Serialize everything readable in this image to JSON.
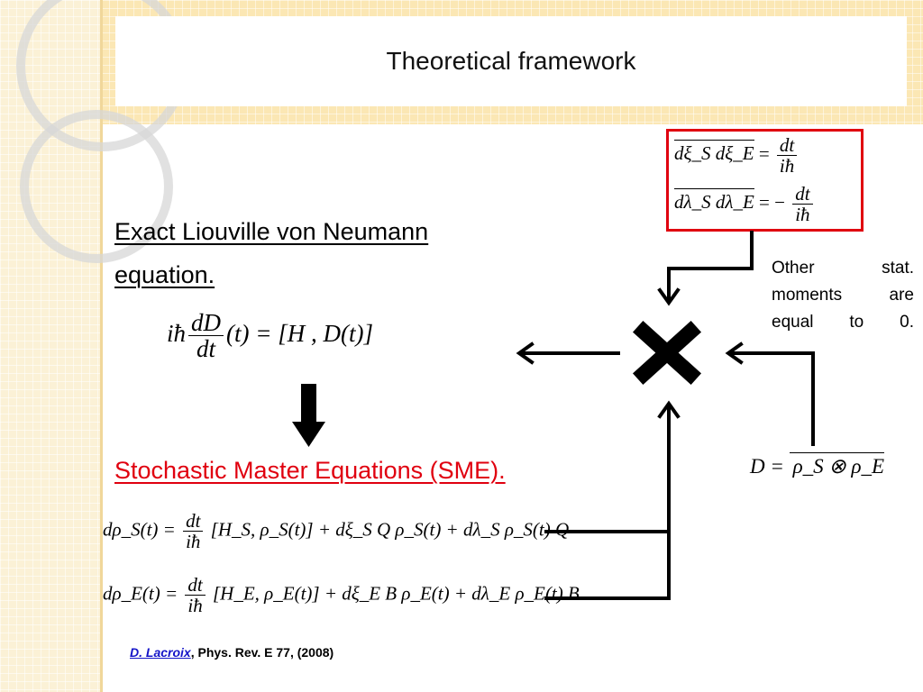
{
  "title": "Theoretical framework",
  "heading_exact_line1": "Exact Liouville von Neumann",
  "heading_exact_line2": "equation.",
  "heading_sme": "Stochastic Master Equations (SME).",
  "note_lines": [
    "Other",
    "stat.",
    "moments",
    "are",
    "equal to 0."
  ],
  "citation": {
    "author": "D. Lacroix",
    "rest": ", Phys. Rev. E 77,  (2008)"
  },
  "equations": {
    "liouville": {
      "prefix": "iħ",
      "frac_num": "dD",
      "frac_den": "dt",
      "rhs": "(t) = [H , D(t)]"
    },
    "noise_1": {
      "lhs": "dξ_S dξ_E",
      "op": "=",
      "num": "dt",
      "den": "iħ"
    },
    "noise_2": {
      "lhs": "dλ_S dλ_E",
      "op": "= −",
      "num": "dt",
      "den": "iħ"
    },
    "product": {
      "lhs": "D =",
      "rhs": "ρ_S ⊗ ρ_E"
    },
    "sme_s": {
      "lhs": "dρ_S(t) =",
      "num": "dt",
      "den": "iħ",
      "rhs": "[H_S, ρ_S(t)] + dξ_S Q ρ_S(t) + dλ_S ρ_S(t) Q"
    },
    "sme_e": {
      "lhs": "dρ_E(t) =",
      "num": "dt",
      "den": "iħ",
      "rhs": "[H_E, ρ_E(t)] + dξ_E B ρ_E(t) + dλ_E ρ_E(t) B"
    }
  },
  "icons": {
    "cross": "multiplication-x-icon",
    "arrow_down": "down-arrow-icon"
  },
  "colors": {
    "accent_red": "#e0000f",
    "citation_blue": "#1414c8",
    "deco_beige": "#fbe7b4"
  }
}
